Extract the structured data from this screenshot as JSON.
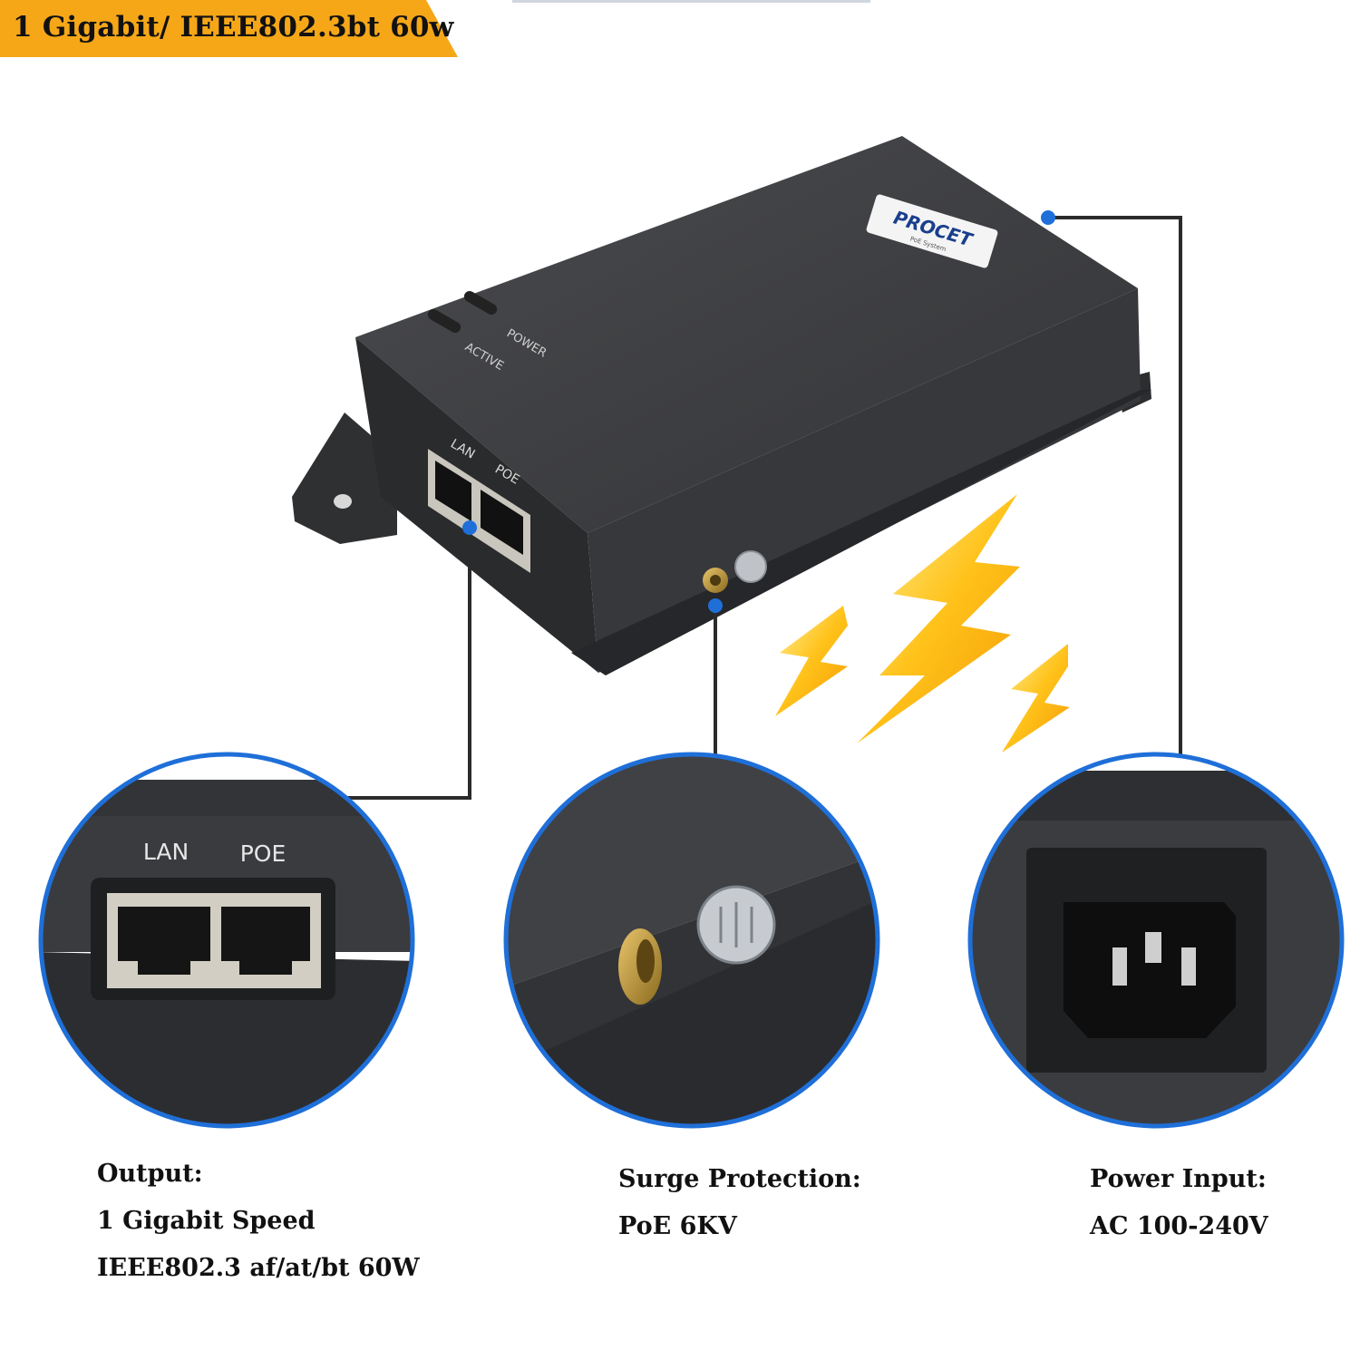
{
  "banner": {
    "text": "1 Gigabit/ IEEE802.3bt 60w",
    "color": "#f5a718"
  },
  "device": {
    "logo": "PROCET",
    "logo_sub": "PoE System",
    "led_labels": [
      "POWER",
      "ACTIVE"
    ],
    "port_labels": [
      "LAN",
      "POE"
    ]
  },
  "zoom_output": {
    "port_labels": [
      "LAN",
      "POE"
    ]
  },
  "captions": {
    "output": {
      "title": "Output:",
      "line1": "1 Gigabit Speed",
      "line2": "IEEE802.3 af/at/bt  60W"
    },
    "surge": {
      "title": "Surge Protection:",
      "line1": "PoE 6KV"
    },
    "power": {
      "title": "Power Input:",
      "line1": "AC 100-240V"
    }
  },
  "colors": {
    "accent_blue": "#1f6fd8",
    "lightning": "#ffc21a",
    "device_body": "#3a3b3d"
  },
  "icons": [
    "lightning-bolt-icon",
    "ground-screw-icon",
    "rj45-port-icon",
    "ac-inlet-icon"
  ]
}
